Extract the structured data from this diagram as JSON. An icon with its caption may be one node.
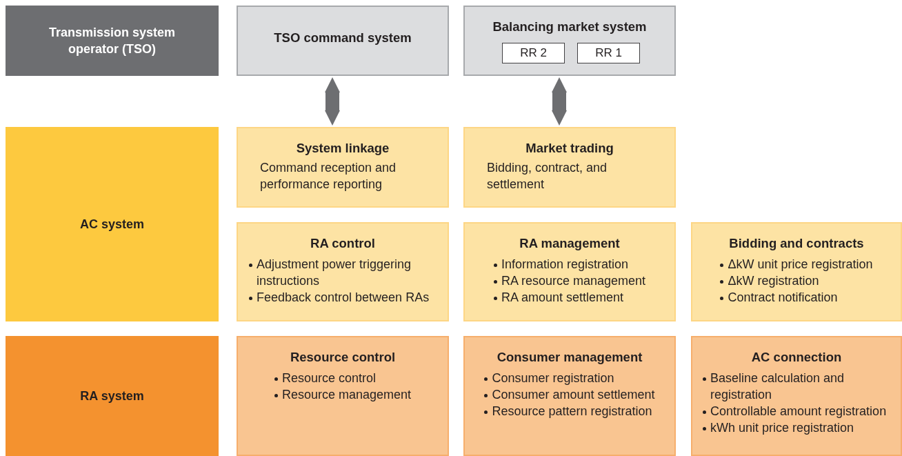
{
  "diagram": {
    "nodes": [
      {
        "text": [
          "Transmission system operator (TSO)"
        ]
      },
      {
        "text": [
          "TSO command system"
        ]
      },
      {
        "text": [
          "Balancing market system"
        ]
      },
      {
        "text": [
          "RR 2"
        ],
        "in": 2
      },
      {
        "text": [
          "RR 1"
        ],
        "in": 2
      },
      {
        "text": [
          "AC system"
        ]
      },
      {
        "text": [
          "System linkage",
          "Command reception and performance reporting"
        ]
      },
      {
        "text": [
          "Market trading",
          "Bidding, contract, and settlement"
        ]
      },
      {
        "text": [
          "RA control",
          "Adjustment power triggering instructions",
          "Feedback control between RAs"
        ]
      },
      {
        "text": [
          "RA management",
          "Information registration",
          "RA resource management",
          "RA amount settlement"
        ]
      },
      {
        "text": [
          "Bidding and contracts",
          "ΔkW unit price registration",
          "ΔkW registration",
          "Contract notification"
        ]
      },
      {
        "text": [
          "RA system"
        ]
      },
      {
        "text": [
          "Resource control",
          "Resource control",
          "Resource management"
        ]
      },
      {
        "text": [
          "Consumer management",
          "Consumer registration",
          "Consumer amount settlement",
          "Resource pattern registration"
        ]
      },
      {
        "text": [
          "AC connection",
          "Baseline calculation and registration",
          "Controllable amount registration",
          "kWh unit price registration"
        ]
      }
    ],
    "edges": [
      {
        "from": 1,
        "to": 6,
        "arrow": "both"
      },
      {
        "from": 2,
        "to": 7,
        "arrow": "both"
      }
    ]
  }
}
